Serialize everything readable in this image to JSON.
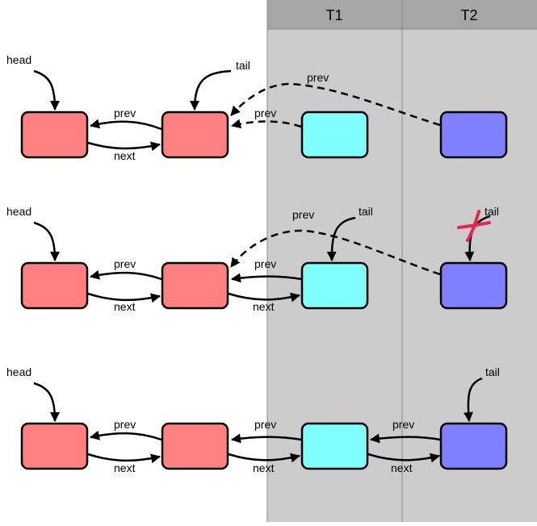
{
  "threads": [
    {
      "label": "T1"
    },
    {
      "label": "T2"
    }
  ],
  "labels": {
    "head": "head",
    "tail": "tail",
    "prev": "prev",
    "next": "next"
  },
  "colors": {
    "existing_node": "#ff8080",
    "t1_node": "#80ffff",
    "t2_node": "#8080ff",
    "thread_header": "#a6a6a6",
    "thread_lane": "#cccccc",
    "cross_mark": "#e8244a",
    "stroke": "#000000"
  },
  "rows": [
    {
      "state": "both-threads-point-prev-at-old-tail"
    },
    {
      "state": "t1-wins-tail-swap-t2-fails"
    },
    {
      "state": "t2-appended-after-t1"
    }
  ]
}
